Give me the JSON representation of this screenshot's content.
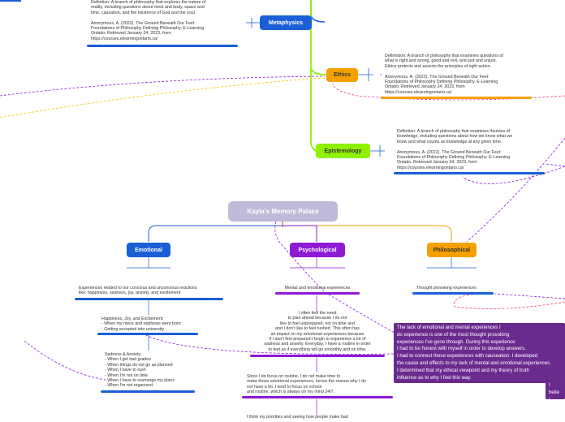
{
  "root": {
    "label": "Kayla's Memory Palace"
  },
  "branches": {
    "metaphysics": {
      "label": "Metaphysics",
      "note": "Definition: A branch of philosophy that explores the nature of\nreality, including questions about mind and body, space and\ntime, causation, and the existence of God and the soul.\n\nAnonymous, A. (2022). The Ground Beneath Our Feet:\nFoundations of Philosophy Defining Philosophy. E-Learning\nOntatio. Retrieved January 24, 2023, from\nhttps://courses.elearningontario.ca/"
    },
    "ethics": {
      "label": "Ethics",
      "note": "Definintion: A branch of philosophy that examines questions of\nwhat is right and wrong, good and evil, and just and unjust.\nEthics protects and asserts the principles of right action.\n\nAnonymous, A. (2022). The Ground Beneath Our Feet:\nFoundations of Philosophy Defining Philosophy. E-Learning\nOntatio. Retrieved January 24, 2023, from\nhttps://courses.elearningontario.ca/"
    },
    "epistemology": {
      "label": "Epistemology",
      "note": "Definition: A branch of philosophy that examines theories of\nknowledge, including questions about how we know what we\nknow and what counts as knowledge at any given time.\n\nAnonymous, A. (2022). The Ground Beneath Our Feet:\nFoundations of Philosophy Defining Philosophy. E-Learning\nOntatio. Retrieved January 24, 2023, from\nhttps://courses.elearningontario.ca/"
    },
    "emotional": {
      "label": "Emotional",
      "note": "Experiences related to our concious and unconcious reactions\nlike: happiness, sadness, joy, anxiety, and excitement",
      "happiness": "Happiness, Joy, and Excitement:\n- When my niece and nephews were born\n- Getting accepted into university",
      "sadness": "Sadness & Anxiety:\n- When I get bad grades\n- When things do not go as planned\n- When I have to rush\n- When I'm not on time\n- When I have to rearrange my plans\n- When I'm not organized"
    },
    "psychological": {
      "label": "Psychological",
      "note": "Mental and emotional experiences",
      "para1": "I often feel the need\nto plan ahead because I do not\nlike to feel unprepared, not on time and\nand I don't like to feel rushed. This often has\nan impact on my emotional experiences because\nif I don't feel prepared I begin to experience a lot of\nsadness and anxiety. Everyday, I have a routine in order\nto feel as if everything will go smoothly and on time.",
      "para2": "Since I do focus on routine, I do not make time to\nmake those emotional experiences, hence the reason why I do\nnot have a lot. I tend to focus on school\nand routine, which is always on my mind 24/7.",
      "para3": "I think my priorities and seeing how people make bad"
    },
    "philosophical": {
      "label": "Philosophical",
      "note": "Thought provoking experiences"
    }
  },
  "callout": {
    "text": "The lack of emotional and mental experiences I\ndo experience is one of the most thought provoking\nexperiences I've gone through. During this experience\nI had to be honest with myself in order to develop answers.\nI had to connect these experiences with causeation. I developed\nthe cause and effects to my lack of mental and emotional experiences.\nI determined that my ethical viewpoint and my theory of truth\ninfluence as to why I feel this way."
  },
  "callout_small": {
    "text": "I belie\nI think"
  },
  "colors": {
    "root": "#c0bad8",
    "metaphysics": "#1a5fd6",
    "ethics": "#f5a000",
    "epistemology": "#8ff000",
    "emotional": "#1a5fd6",
    "psychological": "#8e1ad6",
    "philosophical": "#f5a000",
    "callout": "#6b2a8e"
  }
}
